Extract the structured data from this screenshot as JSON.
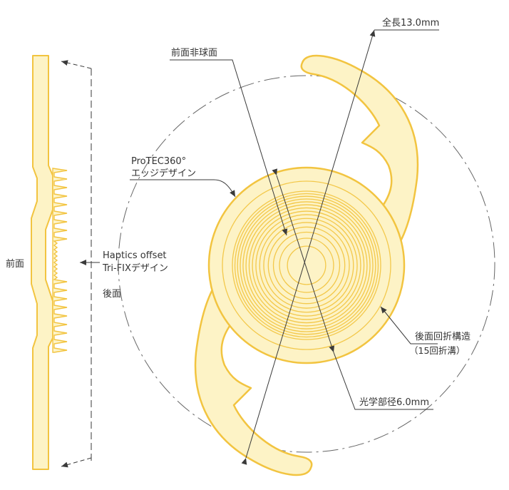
{
  "labels": {
    "total_length": "全長13.0mm",
    "front_aspheric": "前面非球面",
    "protec_line1": "ProTEC360°",
    "protec_line2": "エッジデザイン",
    "haptics_line1": "Haptics offset",
    "haptics_line2": "Tri-FIXデザイン",
    "front_side": "前面",
    "rear_side": "後面",
    "diffractive_line1": "後面回折構造",
    "diffractive_line2": "（15回折溝）",
    "optic_diameter": "光学部径6.0mm"
  },
  "diffraction_zone_count": 15,
  "colors": {
    "lens_fill": "#fdf3c6",
    "lens_stroke": "#f2c440",
    "ring_stroke": "#f3c84a",
    "line": "#3a3a3a",
    "dash_circle": "#666666",
    "text": "#333333"
  }
}
